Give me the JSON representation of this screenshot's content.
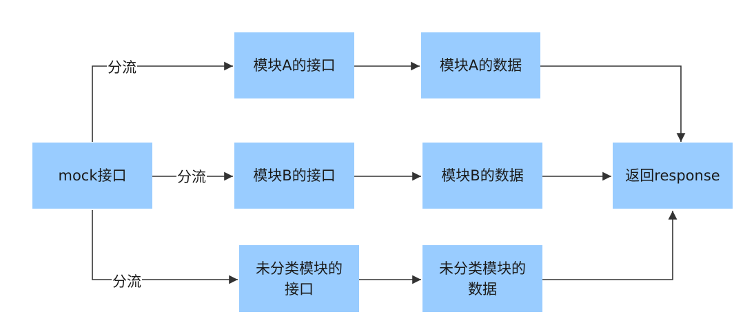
{
  "nodes": {
    "mock": "mock接口",
    "a_api": "模块A的接口",
    "a_data": "模块A的数据",
    "b_api": "模块B的接口",
    "b_data": "模块B的数据",
    "u_api": [
      "未分类模块的",
      "接口"
    ],
    "u_data": [
      "未分类模块的",
      "数据"
    ],
    "response": "返回response"
  },
  "edge_labels": {
    "to_a": "分流",
    "to_b": "分流",
    "to_u": "分流"
  },
  "colors": {
    "node_fill": "#99ccff",
    "edge": "#333333"
  }
}
